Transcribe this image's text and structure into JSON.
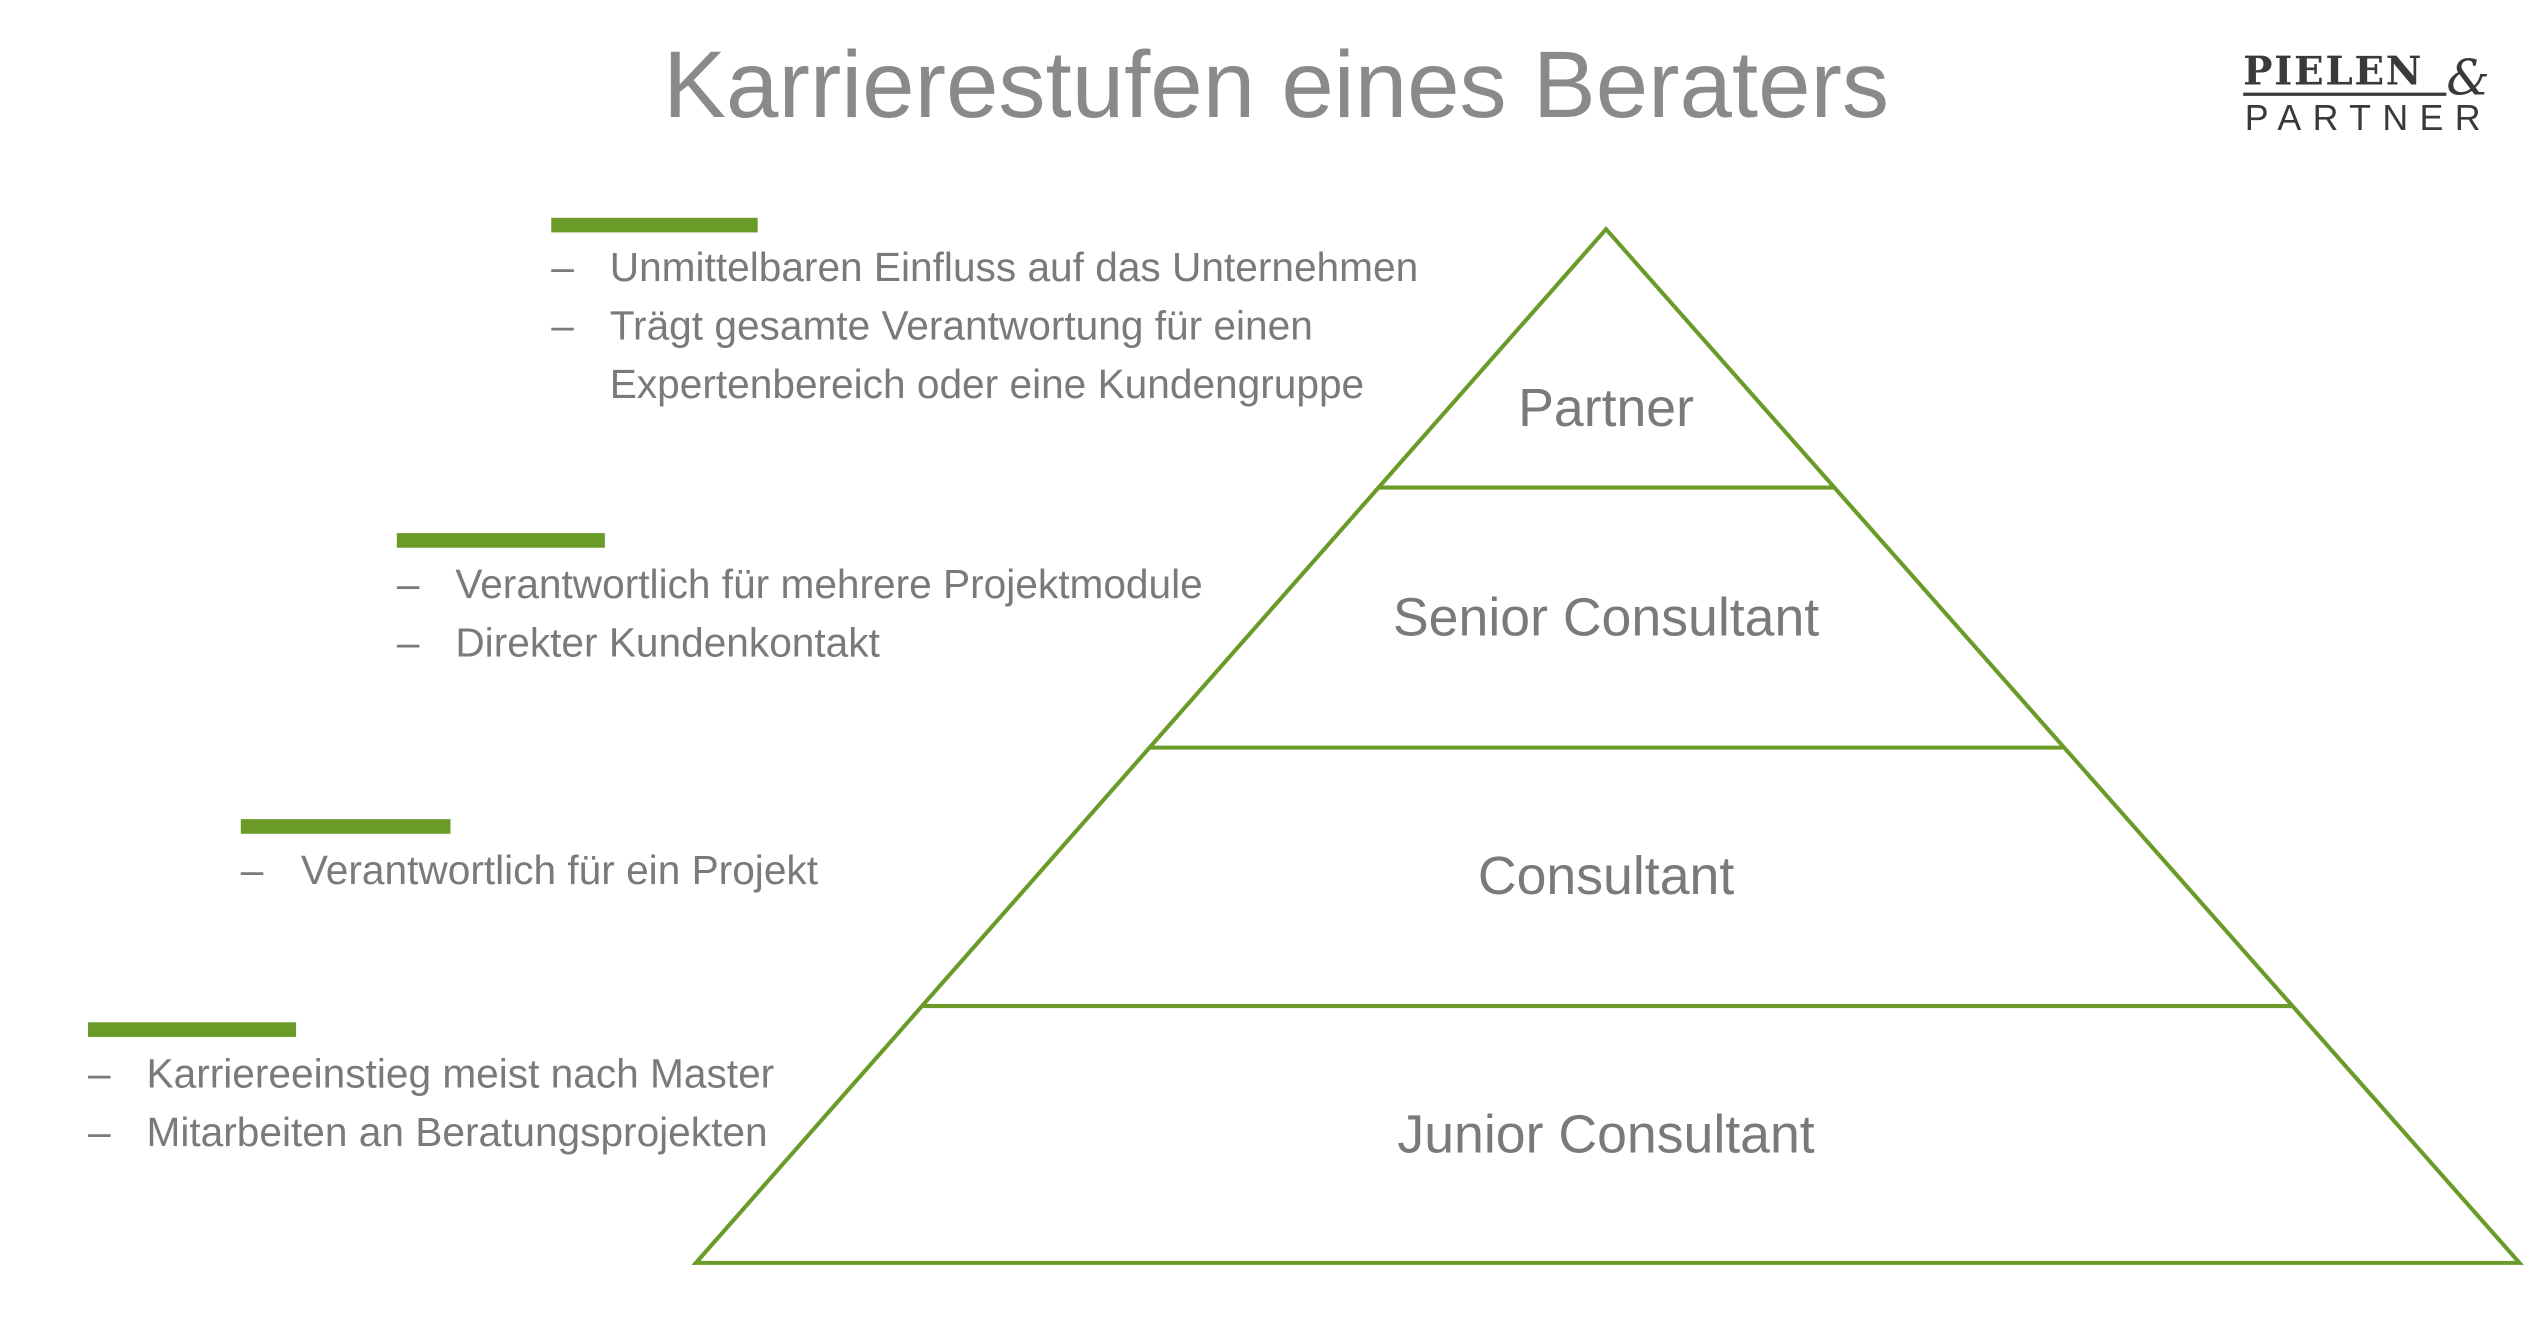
{
  "title": "Karrierestufen eines Beraters",
  "logo": {
    "line1": "PIELEN",
    "ampersand": "&",
    "line2": "PARTNER"
  },
  "colors": {
    "accent": "#6a9a27",
    "text": "#7a7a7a"
  },
  "levels": [
    {
      "label": "Partner",
      "bullets": [
        "Unmittelbaren Einfluss auf das Unternehmen",
        "Trägt gesamte Verantwortung für einen",
        "Expertenbereich oder eine Kundengruppe"
      ]
    },
    {
      "label": "Senior Consultant",
      "bullets": [
        "Verantwortlich für mehrere Projektmodule",
        "Direkter Kundenkontakt"
      ]
    },
    {
      "label": "Consultant",
      "bullets": [
        "Verantwortlich für ein Projekt"
      ]
    },
    {
      "label": "Junior Consultant",
      "bullets": [
        "Karriereeinstieg meist nach Master",
        "Mitarbeiten an Beratungsprojekten"
      ]
    }
  ],
  "dash": "–"
}
